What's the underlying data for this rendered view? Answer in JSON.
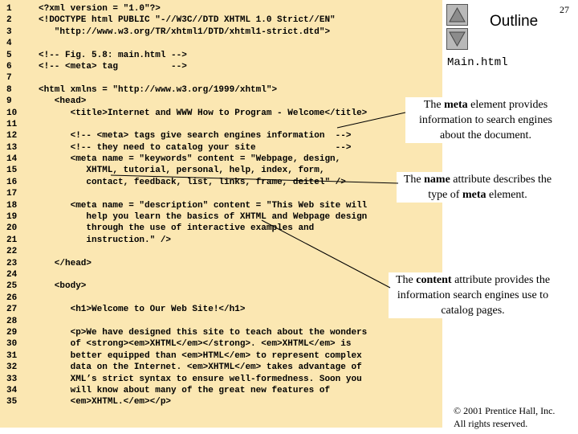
{
  "slide_number": "27",
  "nav": {
    "up_icon": "triangle-up-icon",
    "down_icon": "triangle-down-icon"
  },
  "outline_label": "Outline",
  "filename": "Main.html",
  "code_lines": [
    {
      "n": "1",
      "t": "<?xml version = \"1.0\"?>"
    },
    {
      "n": "2",
      "t": "<!DOCTYPE html PUBLIC \"-//W3C//DTD XHTML 1.0 Strict//EN\""
    },
    {
      "n": "3",
      "t": "   \"http://www.w3.org/TR/xhtml1/DTD/xhtml1-strict.dtd\">"
    },
    {
      "n": "4",
      "t": ""
    },
    {
      "n": "5",
      "t": "<!-- Fig. 5.8: main.html -->"
    },
    {
      "n": "6",
      "t": "<!-- <meta> tag          -->"
    },
    {
      "n": "7",
      "t": ""
    },
    {
      "n": "8",
      "t": "<html xmlns = \"http://www.w3.org/1999/xhtml\">"
    },
    {
      "n": "9",
      "t": "   <head>"
    },
    {
      "n": "10",
      "t": "      <title>Internet and WWW How to Program - Welcome</title>"
    },
    {
      "n": "11",
      "t": ""
    },
    {
      "n": "12",
      "t": "      <!-- <meta> tags give search engines information  -->"
    },
    {
      "n": "13",
      "t": "      <!-- they need to catalog your site               -->"
    },
    {
      "n": "14",
      "t": "      <meta name = \"keywords\" content = \"Webpage, design,"
    },
    {
      "n": "15",
      "t": "         XHTML, tutorial, personal, help, index, form,"
    },
    {
      "n": "16",
      "t": "         contact, feedback, list, links, frame, deitel\" />"
    },
    {
      "n": "17",
      "t": ""
    },
    {
      "n": "18",
      "t": "      <meta name = \"description\" content = \"This Web site will"
    },
    {
      "n": "19",
      "t": "         help you learn the basics of XHTML and Webpage design"
    },
    {
      "n": "20",
      "t": "         through the use of interactive examples and"
    },
    {
      "n": "21",
      "t": "         instruction.\" />"
    },
    {
      "n": "22",
      "t": ""
    },
    {
      "n": "23",
      "t": "   </head>"
    },
    {
      "n": "24",
      "t": ""
    },
    {
      "n": "25",
      "t": "   <body>"
    },
    {
      "n": "26",
      "t": ""
    },
    {
      "n": "27",
      "t": "      <h1>Welcome to Our Web Site!</h1>"
    },
    {
      "n": "28",
      "t": ""
    },
    {
      "n": "29",
      "t": "      <p>We have designed this site to teach about the wonders"
    },
    {
      "n": "30",
      "t": "      of <strong><em>XHTML</em></strong>. <em>XHTML</em> is"
    },
    {
      "n": "31",
      "t": "      better equipped than <em>HTML</em> to represent complex"
    },
    {
      "n": "32",
      "t": "      data on the Internet. <em>XHTML</em> takes advantage of"
    },
    {
      "n": "33",
      "t": "      XML’s strict syntax to ensure well-formedness. Soon you"
    },
    {
      "n": "34",
      "t": "      will know about many of the great new features of"
    },
    {
      "n": "35",
      "t": "      <em>XHTML.</em></p>"
    }
  ],
  "callouts": {
    "meta": {
      "pre": "The ",
      "bold": "meta",
      "post": " element provides information to search engines about the document."
    },
    "name": {
      "pre": "The ",
      "bold": "name",
      "mid": " attribute describes the type of ",
      "bold2": "meta",
      "post": " element."
    },
    "content": {
      "pre": "The ",
      "bold": "content",
      "post": " attribute provides the information search engines use to catalog pages."
    }
  },
  "copyright": {
    "line1": "© 2001 Prentice Hall, Inc.",
    "line2": "All rights reserved."
  }
}
